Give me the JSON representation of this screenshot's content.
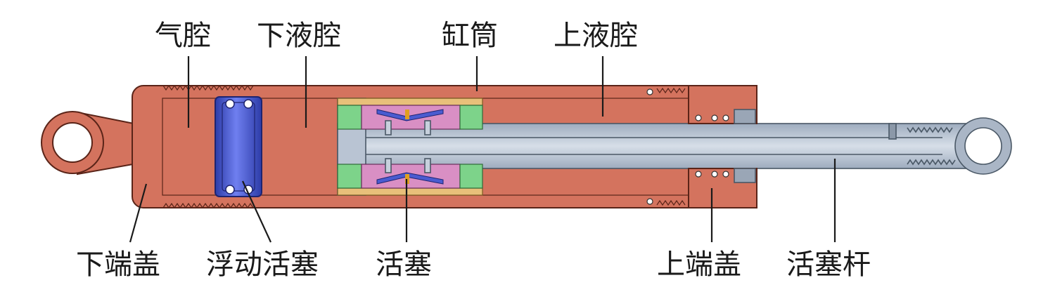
{
  "labels": {
    "gas_chamber": "气腔",
    "lower_fluid_chamber": "下液腔",
    "cylinder_barrel": "缸筒",
    "upper_fluid_chamber": "上液腔",
    "lower_end_cap": "下端盖",
    "floating_piston": "浮动活塞",
    "piston": "活塞",
    "upper_end_cap": "上端盖",
    "piston_rod": "活塞杆"
  },
  "colors": {
    "body": "#d4735e",
    "body_outline": "#5a2418",
    "bore_dark": "#a84a33",
    "bore_light": "#d77f66",
    "floating_piston": "#4a5bd0",
    "piston_rod": "#b9c4d3",
    "piston_seal_green": "#7dd38a",
    "piston_valve_pink": "#d98fc4",
    "piston_ring_tan": "#e8c07a"
  }
}
